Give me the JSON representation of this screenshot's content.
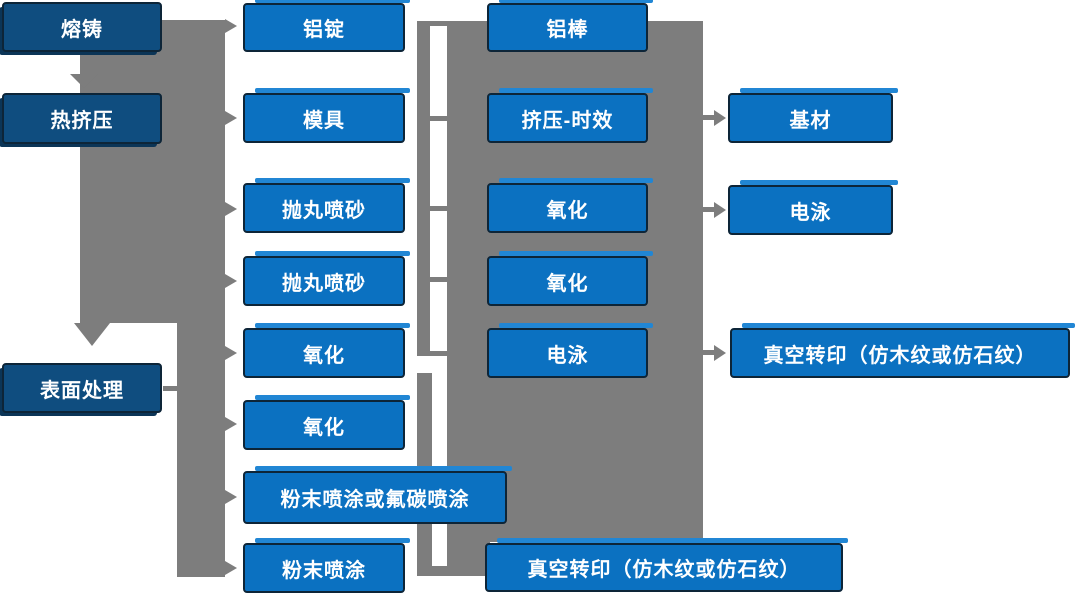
{
  "diagram": {
    "description": "Aluminum profile production process flowchart (Chinese labels), four columns of blue process boxes joined by thick gray connectors",
    "connector_notes": "Left gray trunk: 熔铸 ↓ 热挤压 ↓ 表面处理, fanning right with arrows into every column-2 step; a thin gray bracket joins column-2 steps (铝锭, 模具, 抛丸喷砂, 抛丸喷砂, 氧化) to the wide column-3 trunk behind 铝棒/挤压-时效/氧化/氧化/电泳; the column-3 trunk arrows into 基材, 电泳 and 真空转印（仿木纹或仿石纹）; a lower bracket joins 氧化/粉末喷涂 steps down to the bottom 真空转印（仿木纹或仿石纹） box"
  },
  "colors": {
    "background": "#ffffff",
    "connector_gray": "#7d7d7d",
    "bright_box_fill": "#0b71c1",
    "bright_box_highlight": "#2186d4",
    "dark_box_fill": "#0f4d7f",
    "dark_box_shadow": "#0b3557",
    "box_border": "#0d2538",
    "text": "#ffffff"
  },
  "nodes": [
    {
      "id": "melting-casting",
      "label": "熔铸"
    },
    {
      "id": "hot-extrusion",
      "label": "热挤压"
    },
    {
      "id": "surface-treatment",
      "label": "表面处理"
    },
    {
      "id": "aluminum-ingot",
      "label": "铝锭"
    },
    {
      "id": "mold",
      "label": "模具"
    },
    {
      "id": "shot-blasting-1",
      "label": "抛丸喷砂"
    },
    {
      "id": "shot-blasting-2",
      "label": "抛丸喷砂"
    },
    {
      "id": "oxidation-col2-1",
      "label": "氧化"
    },
    {
      "id": "oxidation-col2-2",
      "label": "氧化"
    },
    {
      "id": "powder-or-fluorocarbon",
      "label": "粉末喷涂或氟碳喷涂"
    },
    {
      "id": "powder-coating",
      "label": "粉末喷涂"
    },
    {
      "id": "aluminum-rod",
      "label": "铝棒"
    },
    {
      "id": "extrusion-aging",
      "label": "挤压-时效"
    },
    {
      "id": "oxidation-col3-1",
      "label": "氧化"
    },
    {
      "id": "oxidation-col3-2",
      "label": "氧化"
    },
    {
      "id": "electrophoresis-col3",
      "label": "电泳"
    },
    {
      "id": "vacuum-transfer-bottom",
      "label": "真空转印（仿木纹或仿石纹）"
    },
    {
      "id": "substrate",
      "label": "基材"
    },
    {
      "id": "electrophoresis-col4",
      "label": "电泳"
    },
    {
      "id": "vacuum-transfer-right",
      "label": "真空转印（仿木纹或仿石纹）"
    }
  ]
}
